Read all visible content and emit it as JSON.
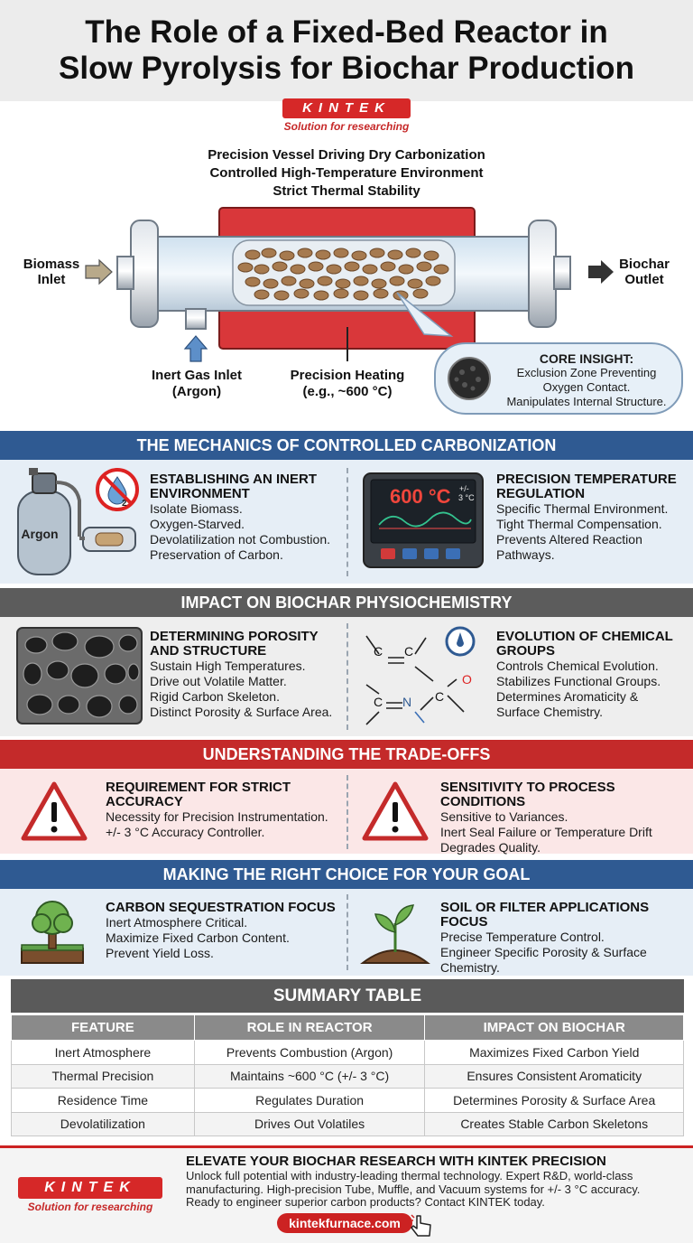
{
  "header": {
    "title_line1": "The Role of a Fixed-Bed Reactor in",
    "title_line2": "Slow Pyrolysis for Biochar Production",
    "logo_text": "KINTEK",
    "logo_tagline": "Solution for researching"
  },
  "hero": {
    "subtitle_lines": [
      "Precision Vessel Driving Dry Carbonization",
      "Controlled High-Temperature Environment",
      "Strict Thermal Stability"
    ],
    "inlet_label": [
      "Biomass",
      "Inlet"
    ],
    "outlet_label": [
      "Biochar",
      "Outlet"
    ],
    "gas_label": [
      "Inert Gas Inlet",
      "(Argon)"
    ],
    "heating_label": [
      "Precision Heating",
      "(e.g., ~600 °C)"
    ],
    "insight_title": "CORE INSIGHT:",
    "insight_lines": [
      "Exclusion Zone Preventing",
      "Oxygen Contact.",
      "Manipulates Internal Structure."
    ]
  },
  "mechanics": {
    "heading": "THE MECHANICS OF CONTROLLED CARBONIZATION",
    "left": {
      "title": [
        "ESTABLISHING AN INERT",
        "ENVIRONMENT"
      ],
      "lines": [
        "Isolate Biomass.",
        "Oxygen-Starved.",
        "Devolatilization not Combustion.",
        "Preservation of Carbon."
      ],
      "tank_label": "Argon"
    },
    "right": {
      "title": [
        "PRECISION TEMPERATURE",
        "REGULATION"
      ],
      "lines": [
        "Specific Thermal Environment.",
        "Tight Thermal Compensation.",
        "Prevents Altered Reaction",
        "Pathways."
      ],
      "display_temp": "600 °C",
      "display_tol_top": "+/-",
      "display_tol_bottom": "3 °C"
    }
  },
  "impact": {
    "heading": "IMPACT ON BIOCHAR PHYSIOCHEMISTRY",
    "left": {
      "title": [
        "DETERMINING POROSITY",
        "AND STRUCTURE"
      ],
      "lines": [
        "Sustain High Temperatures.",
        "Drive out Volatile Matter.",
        "Rigid Carbon Skeleton.",
        "Distinct Porosity & Surface Area."
      ]
    },
    "right": {
      "title": [
        "EVOLUTION OF CHEMICAL",
        "GROUPS"
      ],
      "lines": [
        "Controls Chemical Evolution.",
        "Stabilizes Functional Groups.",
        "Determines Aromaticity &",
        "Surface Chemistry."
      ],
      "molecule_labels": [
        "C",
        "C",
        "C",
        "O",
        "C",
        "N"
      ]
    }
  },
  "tradeoffs": {
    "heading": "UNDERSTANDING THE TRADE-OFFS",
    "left": {
      "title": [
        "REQUIREMENT FOR STRICT",
        "ACCURACY"
      ],
      "lines": [
        "Necessity for Precision Instrumentation.",
        "+/- 3 °C Accuracy Controller."
      ]
    },
    "right": {
      "title": [
        "SENSITIVITY TO PROCESS CONDITIONS"
      ],
      "lines": [
        "Sensitive to Variances.",
        "Inert Seal Failure or Temperature Drift",
        "Degrades Quality."
      ]
    }
  },
  "choice": {
    "heading": "MAKING THE RIGHT CHOICE FOR YOUR GOAL",
    "left": {
      "title": [
        "CARBON SEQUESTRATION FOCUS"
      ],
      "lines": [
        "Inert Atmosphere Critical.",
        "Maximize Fixed Carbon Content.",
        "Prevent Yield Loss."
      ]
    },
    "right": {
      "title": [
        "SOIL OR FILTER APPLICATIONS FOCUS"
      ],
      "lines": [
        "Precise Temperature Control.",
        "Engineer Specific Porosity & Surface",
        "Chemistry."
      ]
    }
  },
  "summary": {
    "title": "SUMMARY TABLE",
    "columns": [
      "FEATURE",
      "ROLE IN REACTOR",
      "IMPACT ON BIOCHAR"
    ],
    "rows": [
      [
        "Inert Atmosphere",
        "Prevents Combustion (Argon)",
        "Maximizes Fixed Carbon Yield"
      ],
      [
        "Thermal Precision",
        "Maintains ~600 °C (+/- 3 °C)",
        "Ensures Consistent Aromaticity"
      ],
      [
        "Residence Time",
        "Regulates Duration",
        "Determines Porosity & Surface Area"
      ],
      [
        "Devolatilization",
        "Drives Out Volatiles",
        "Creates Stable Carbon Skeletons"
      ]
    ]
  },
  "footer": {
    "heading": "ELEVATE YOUR BIOCHAR RESEARCH WITH KINTEK PRECISION",
    "lines": [
      "Unlock full potential with industry-leading thermal technology. Expert R&D, world-class",
      "manufacturing. High-precision Tube, Muffle, and Vacuum systems for +/- 3 °C accuracy.",
      "Ready to engineer superior carbon products? Contact KINTEK today."
    ],
    "link": "kintekfurnace.com",
    "logo_text": "KINTEK",
    "logo_tagline": "Solution for researching"
  },
  "colors": {
    "blue_band": "#2f5a92",
    "gray_band": "#5c5c5c",
    "red_band": "#c42a2a",
    "blue_panel": "#e6eef6",
    "gray_panel": "#eeeeee",
    "red_panel": "#fbe7e7",
    "heater_red": "#d9373a"
  }
}
